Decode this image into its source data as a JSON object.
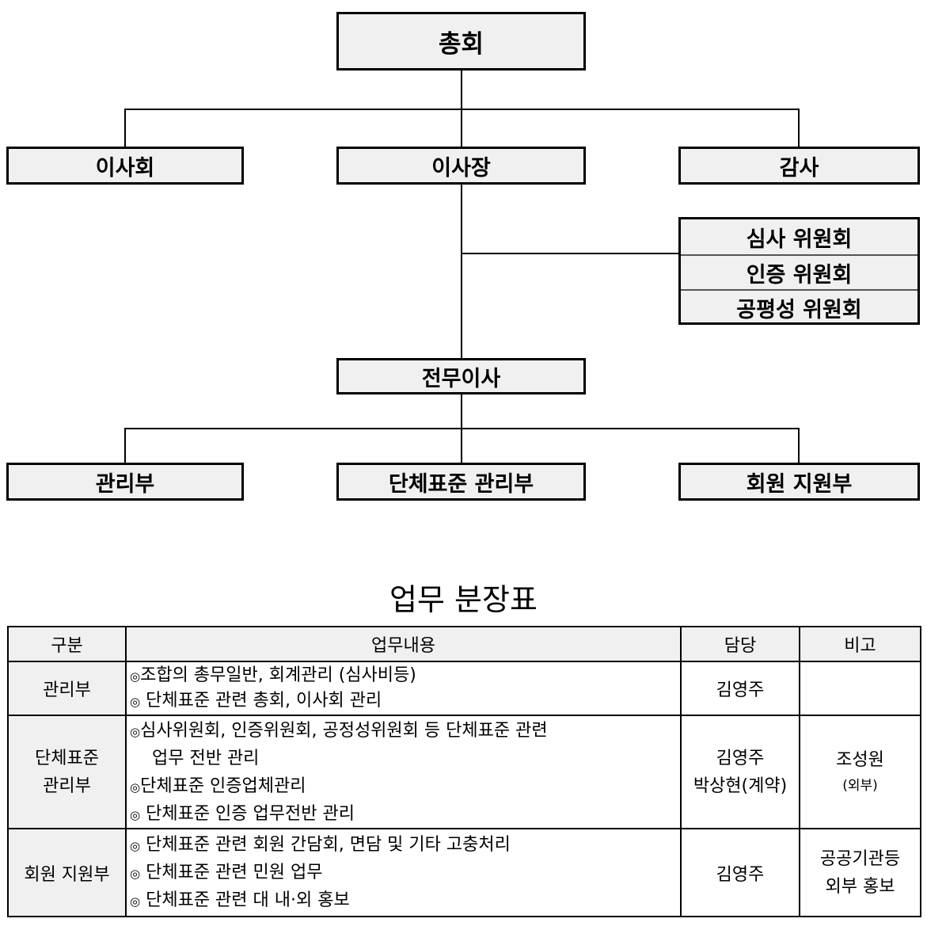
{
  "org_chart": {
    "general_assembly": "총회",
    "board": "이사회",
    "chairman": "이사장",
    "auditor": "감사",
    "committees": [
      "심사 위원회",
      "인증 위원회",
      "공평성 위원회"
    ],
    "executive_director": "전무이사",
    "departments": [
      "관리부",
      "단체표준 관리부",
      "회원 지원부"
    ]
  },
  "table": {
    "title": "업무 분장표",
    "headers": [
      "구분",
      "업무내용",
      "담당",
      "비고"
    ],
    "marker": "◎",
    "rows": [
      {
        "dept": [
          "관리부"
        ],
        "items": [
          "조합의 총무일반, 회계관리 (심사비등)",
          "단체표준 관련 총회, 이사회 관리"
        ],
        "manager": [
          "김영주"
        ],
        "note": []
      },
      {
        "dept": [
          "단체표준",
          "관리부"
        ],
        "items": [
          "심사위원회, 인증위원회, 공정성위원회 등 단체표준 관련",
          "업무 전반 관리",
          "단체표준 인증업체관리",
          "단체표준 인증 업무전반 관리"
        ],
        "manager": [
          "김영주",
          "박상현(계약)"
        ],
        "note": [
          "조성원",
          "(외부)"
        ]
      },
      {
        "dept": [
          "회원 지원부"
        ],
        "items": [
          "단체표준 관련 회원 간담회, 면담 및 기타 고충처리",
          "단체표준 관련 민원 업무",
          "단체표준 관련 대 내·외 홍보"
        ],
        "manager": [
          "김영주"
        ],
        "note": [
          "공공기관등",
          "외부 홍보"
        ]
      }
    ]
  }
}
